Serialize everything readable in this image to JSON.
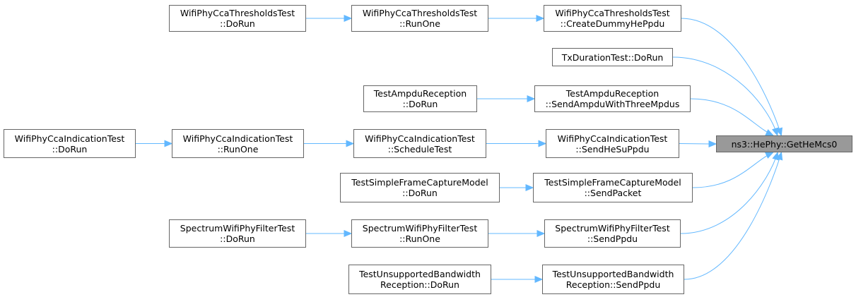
{
  "colors": {
    "edge": "#63b8ff",
    "node_border": "#666666",
    "node_fill": "#ffffff",
    "focus_fill": "#999999"
  },
  "nodes": [
    {
      "id": "cca_thr_dorun",
      "lines": [
        "WifiPhyCcaThresholdsTest",
        "::DoRun"
      ]
    },
    {
      "id": "cca_thr_runone",
      "lines": [
        "WifiPhyCcaThresholdsTest",
        "::RunOne"
      ]
    },
    {
      "id": "cca_thr_dummy",
      "lines": [
        "WifiPhyCcaThresholdsTest",
        "::CreateDummyHePpdu"
      ]
    },
    {
      "id": "txdur_dorun",
      "lines": [
        "TxDurationTest::DoRun"
      ]
    },
    {
      "id": "ampdu_dorun",
      "lines": [
        "TestAmpduReception",
        "::DoRun"
      ]
    },
    {
      "id": "ampdu_send",
      "lines": [
        "TestAmpduReception",
        "::SendAmpduWithThreeMpdus"
      ]
    },
    {
      "id": "cca_ind_dorun",
      "lines": [
        "WifiPhyCcaIndicationTest",
        "::DoRun"
      ]
    },
    {
      "id": "cca_ind_runone",
      "lines": [
        "WifiPhyCcaIndicationTest",
        "::RunOne"
      ]
    },
    {
      "id": "cca_ind_sched",
      "lines": [
        "WifiPhyCcaIndicationTest",
        "::ScheduleTest"
      ]
    },
    {
      "id": "cca_ind_sendhe",
      "lines": [
        "WifiPhyCcaIndicationTest",
        "::SendHeSuPpdu"
      ]
    },
    {
      "id": "getmcs0",
      "lines": [
        "ns3::HePhy::GetHeMcs0"
      ],
      "focus": true
    },
    {
      "id": "sfcm_dorun",
      "lines": [
        "TestSimpleFrameCaptureModel",
        "::DoRun"
      ]
    },
    {
      "id": "sfcm_send",
      "lines": [
        "TestSimpleFrameCaptureModel",
        "::SendPacket"
      ]
    },
    {
      "id": "filter_dorun",
      "lines": [
        "SpectrumWifiPhyFilterTest",
        "::DoRun"
      ]
    },
    {
      "id": "filter_runone",
      "lines": [
        "SpectrumWifiPhyFilterTest",
        "::RunOne"
      ]
    },
    {
      "id": "filter_send",
      "lines": [
        "SpectrumWifiPhyFilterTest",
        "::SendPpdu"
      ]
    },
    {
      "id": "unsup_dorun",
      "lines": [
        "TestUnsupportedBandwidth",
        "Reception::DoRun"
      ]
    },
    {
      "id": "unsup_send",
      "lines": [
        "TestUnsupportedBandwidth",
        "Reception::SendPpdu"
      ]
    }
  ],
  "edges": [
    {
      "from": "cca_thr_dorun",
      "to": "cca_thr_runone"
    },
    {
      "from": "cca_thr_runone",
      "to": "cca_thr_dummy"
    },
    {
      "from": "cca_thr_dummy",
      "to": "getmcs0"
    },
    {
      "from": "txdur_dorun",
      "to": "getmcs0"
    },
    {
      "from": "ampdu_dorun",
      "to": "ampdu_send"
    },
    {
      "from": "ampdu_send",
      "to": "getmcs0"
    },
    {
      "from": "cca_ind_dorun",
      "to": "cca_ind_runone"
    },
    {
      "from": "cca_ind_runone",
      "to": "cca_ind_sched"
    },
    {
      "from": "cca_ind_sched",
      "to": "cca_ind_sendhe"
    },
    {
      "from": "cca_ind_sendhe",
      "to": "getmcs0"
    },
    {
      "from": "sfcm_dorun",
      "to": "sfcm_send"
    },
    {
      "from": "sfcm_send",
      "to": "getmcs0"
    },
    {
      "from": "filter_dorun",
      "to": "filter_runone"
    },
    {
      "from": "filter_runone",
      "to": "filter_send"
    },
    {
      "from": "filter_send",
      "to": "getmcs0"
    },
    {
      "from": "unsup_dorun",
      "to": "unsup_send"
    },
    {
      "from": "unsup_send",
      "to": "getmcs0"
    }
  ]
}
